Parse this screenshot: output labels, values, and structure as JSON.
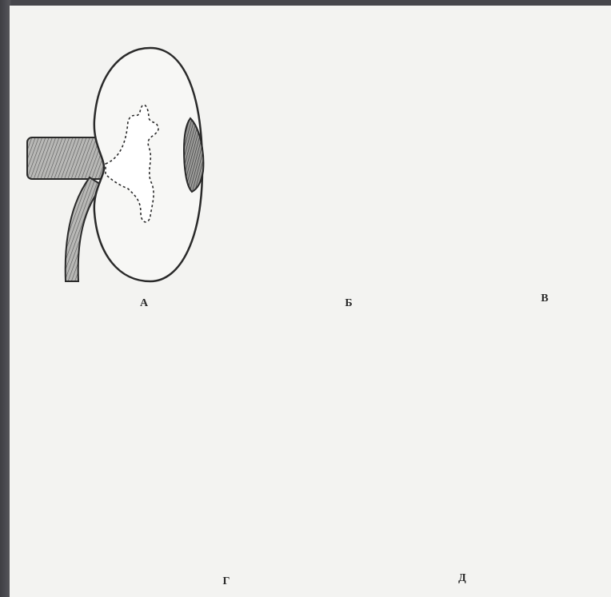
{
  "panels": [
    {
      "id": "a",
      "label": "А"
    },
    {
      "id": "b",
      "label": "Б"
    },
    {
      "id": "v",
      "label": "В"
    },
    {
      "id": "g",
      "label": "Г"
    },
    {
      "id": "d",
      "label": "Д"
    }
  ],
  "colors": {
    "frame": "#46464b",
    "paper": "#f3f3f1",
    "ink": "#2a2a2a",
    "kidney_fill": "#f7f7f5",
    "lesion_fill": "#7d7d7d"
  }
}
